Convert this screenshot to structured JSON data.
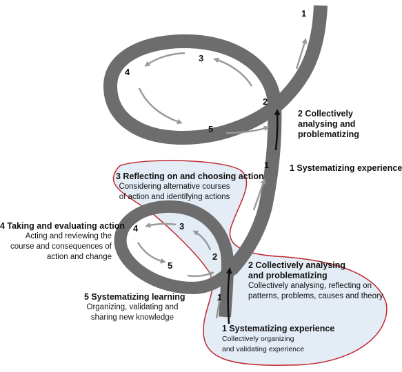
{
  "spiral_numbers": {
    "upper": {
      "n1_top": "1",
      "n2": "2",
      "n3": "3",
      "n4": "4",
      "n5": "5",
      "n1_stem": "1"
    },
    "lower": {
      "n1": "1",
      "n2": "2",
      "n3": "3",
      "n4": "4",
      "n5": "5"
    }
  },
  "labels": {
    "upper_collective_analysis": {
      "title": "2 Collectively analysing and problematizing"
    },
    "upper_systematizing_experience": {
      "title": "1 Systematizing experience"
    },
    "reflecting": {
      "title": "3 Reflecting on and choosing action",
      "desc": "Considering alternative courses of action and identifying actions"
    },
    "taking": {
      "title": "4 Taking and evaluating action",
      "desc": "Acting and reviewing the course and consequences of action and change"
    },
    "systematizing_learning": {
      "title": "5 Systematizing learning",
      "desc": "Organizing, validating and sharing new knowledge"
    },
    "lower_collective_analysis": {
      "title": "2 Collectively analysing and problematizing",
      "desc": "Collectively analysing, reflecting on patterns, problems, causes and theory"
    },
    "lower_systematizing_experience": {
      "title": "1 Systematizing experience",
      "desc": "Collectively organizing and validating experience"
    }
  },
  "colors": {
    "band": "#6d6d6d",
    "arrow": "#9a9a9a",
    "black_arrow": "#111111",
    "highlight_fill": "#e4ecf5",
    "highlight_stroke": "#c0272d"
  }
}
